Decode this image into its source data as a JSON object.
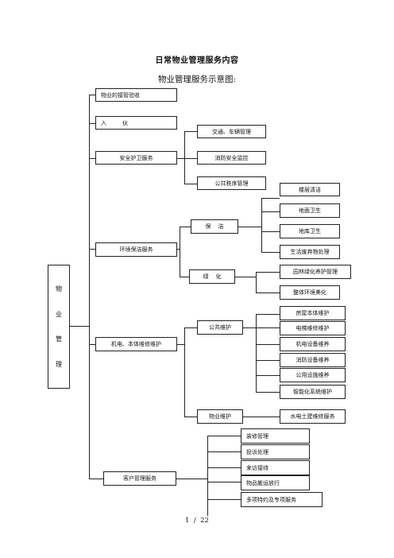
{
  "title": "日常物业管理服务内容",
  "subtitle": "物业管理服务示意图:",
  "root": {
    "chars": [
      "物",
      "业",
      "管",
      "理"
    ]
  },
  "level1": {
    "accept": "物业的接管验收",
    "intake": "入         伙",
    "security": "安全护卫服务",
    "environment": "环境保洁服务",
    "maintenance": "机电、本体维修维护",
    "customer": "客户管理服务"
  },
  "security_items": [
    "交通、车辆管理",
    "消防安全监控",
    "公共秩序管理"
  ],
  "environment_groups": {
    "cleaning": "保    洁",
    "greening": "绿    化"
  },
  "cleaning_items": [
    "楼层清洁",
    "地面卫生",
    "地库卫生",
    "生活废弃物处理"
  ],
  "greening_items": [
    "园林绿化养护管理",
    "整体环境美化"
  ],
  "maintenance_groups": {
    "public": "公共维护",
    "property": "物业维护"
  },
  "public_items": [
    "房屋本体维护",
    "电梯维修维护",
    "机电设备维养",
    "消防设备维养",
    "公用设施维养",
    "智能化系统维护"
  ],
  "property_items": [
    "水电土建维修服务"
  ],
  "customer_items": [
    "装修管理",
    "投诉处理",
    "来访接待",
    "物品搬运放行",
    "多项特约及专项服务"
  ],
  "footer": "1  /  22"
}
